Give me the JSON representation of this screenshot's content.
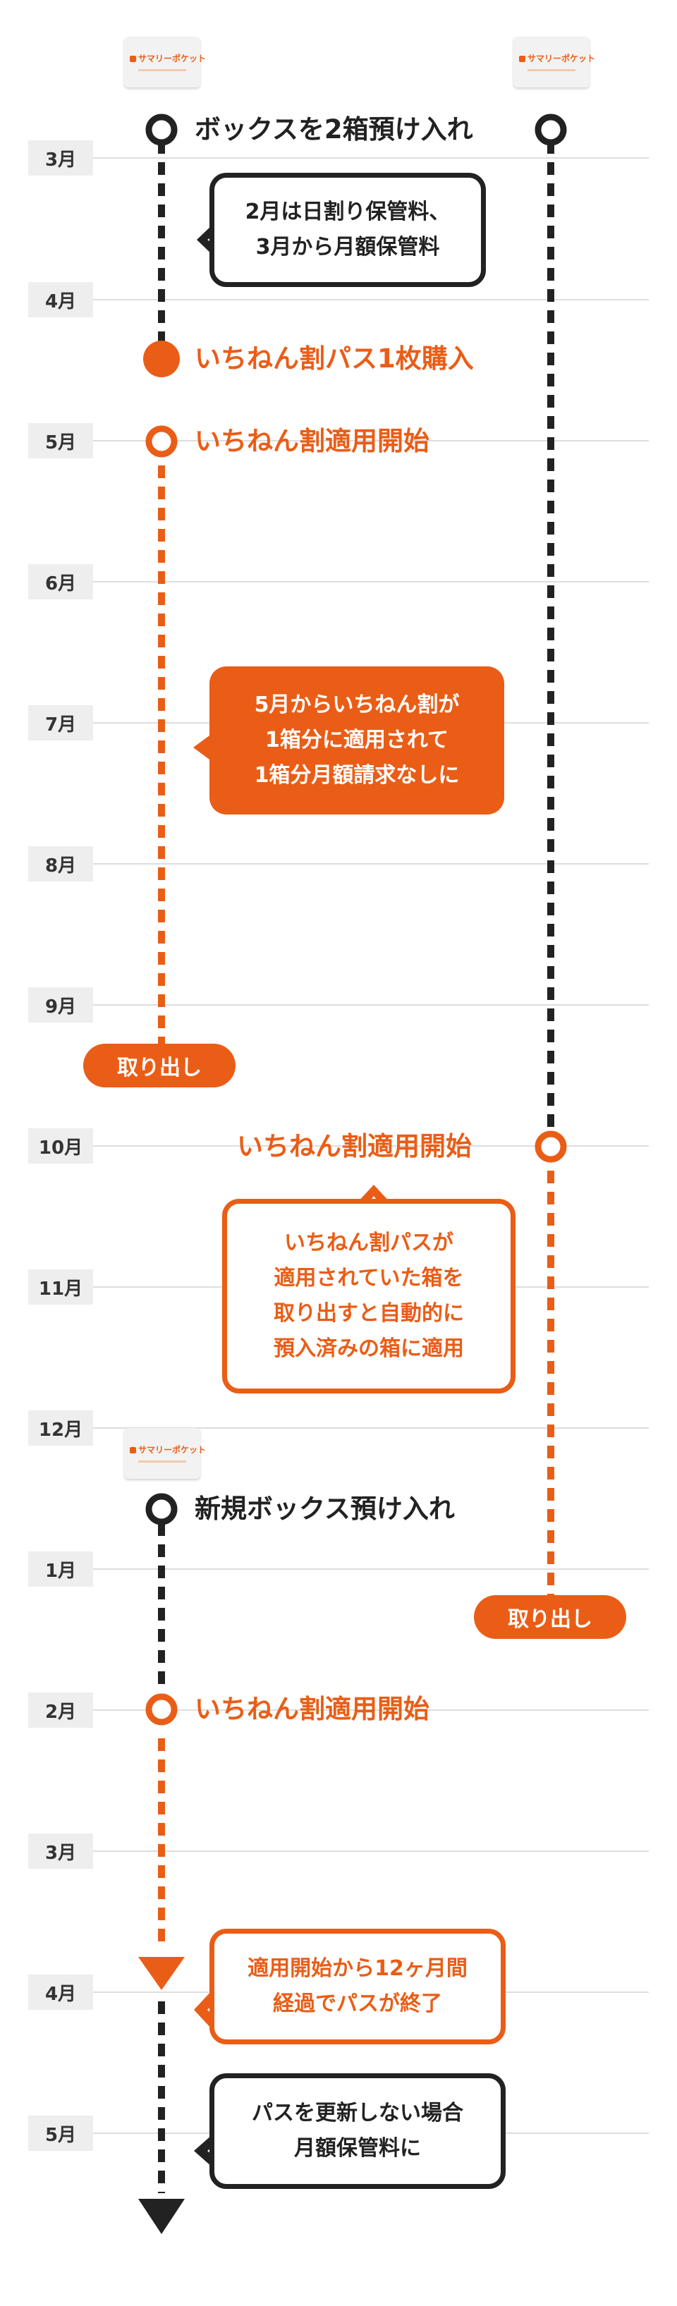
{
  "colors": {
    "accent": "#ea5d16",
    "dark": "#222222",
    "month_bg": "#eeeeee",
    "grid": "#dddddd"
  },
  "box_icon": {
    "brand": "サマリーポケット"
  },
  "months": [
    "3月",
    "4月",
    "5月",
    "6月",
    "7月",
    "8月",
    "9月",
    "10月",
    "11月",
    "12月",
    "1月",
    "2月",
    "3月",
    "4月",
    "5月"
  ],
  "events": {
    "deposit_two": "ボックスを2箱預け入れ",
    "pass_purchase": "いちねん割パス1枚購入",
    "apply_start_1": "いちねん割適用開始",
    "apply_start_2": "いちねん割適用開始",
    "new_deposit": "新規ボックス預け入れ",
    "apply_start_3": "いちねん割適用開始"
  },
  "bubbles": {
    "daily_rate": [
      "2月は日割り保管料、",
      "3月から月額保管料"
    ],
    "may_apply": [
      "5月からいちねん割が",
      "1箱分に適用されて",
      "1箱分月額請求なしに"
    ],
    "transfer": [
      "いちねん割パスが",
      "適用されていた箱を",
      "取り出すと自動的に",
      "預入済みの箱に適用"
    ],
    "end": [
      "適用開始から12ヶ月間",
      "経過でパスが終了"
    ],
    "no_renew": [
      "パスを更新しない場合",
      "月額保管料に"
    ]
  },
  "pills": {
    "takeout_1": "取り出し",
    "takeout_2": "取り出し"
  }
}
